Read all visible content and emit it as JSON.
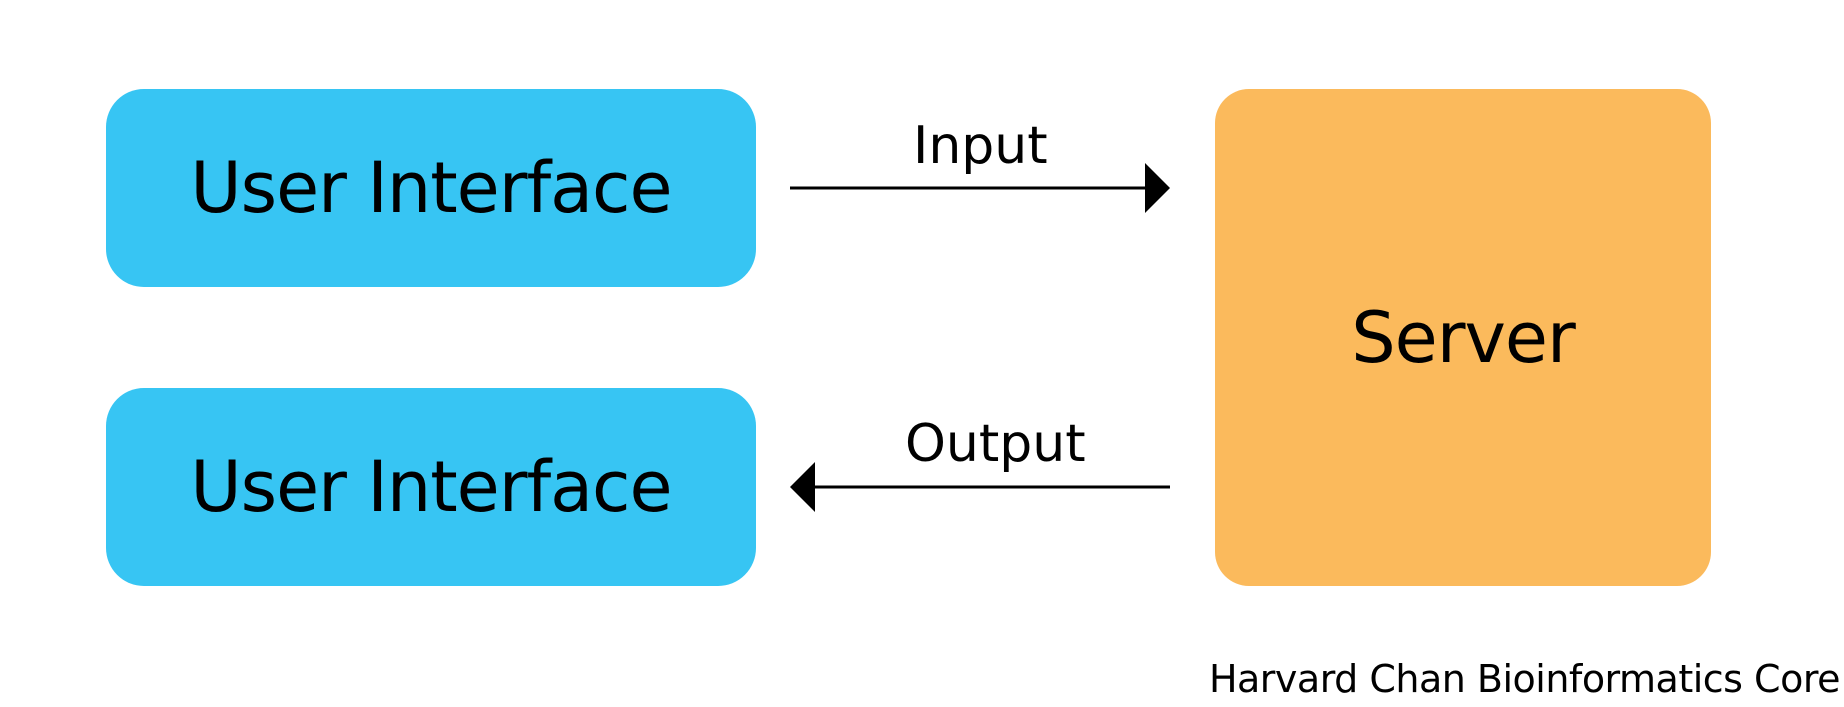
{
  "diagram": {
    "nodes": {
      "ui_top": {
        "label": "User Interface",
        "color": "#37c5f3"
      },
      "ui_bottom": {
        "label": "User Interface",
        "color": "#37c5f3"
      },
      "server": {
        "label": "Server",
        "color": "#fbba5c"
      }
    },
    "edges": {
      "input": {
        "label": "Input",
        "from": "ui_top",
        "to": "server"
      },
      "output": {
        "label": "Output",
        "from": "server",
        "to": "ui_bottom"
      }
    }
  },
  "footer": {
    "credit": "Harvard Chan Bioinformatics Core"
  }
}
